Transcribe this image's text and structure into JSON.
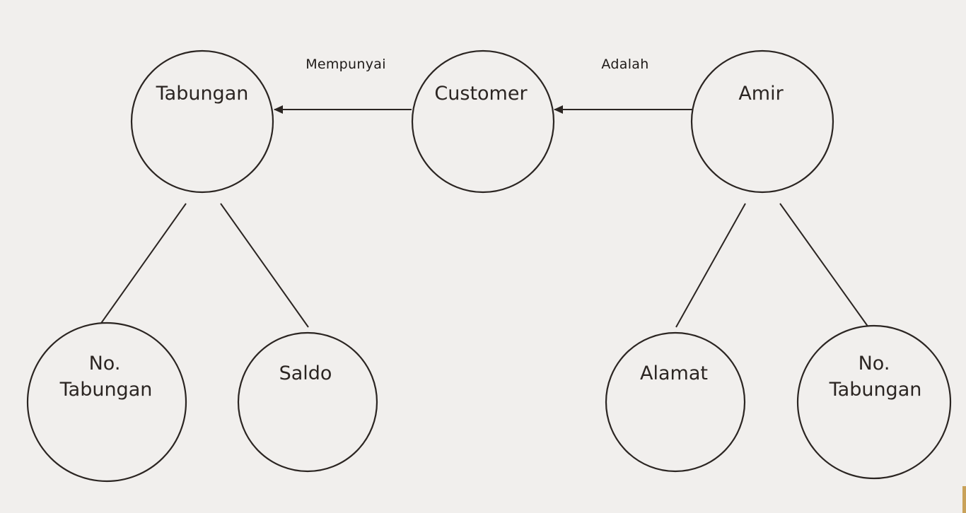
{
  "colors": {
    "background": "#f1efed",
    "stroke": "#2b2522"
  },
  "nodes": {
    "tabungan": {
      "label": "Tabungan"
    },
    "customer": {
      "label": "Customer"
    },
    "amir": {
      "label": "Amir"
    },
    "no_tabungan_left": {
      "line1": "No.",
      "line2": "Tabungan"
    },
    "saldo": {
      "label": "Saldo"
    },
    "alamat": {
      "label": "Alamat"
    },
    "no_tabungan_right": {
      "line1": "No.",
      "line2": "Tabungan"
    }
  },
  "relations": {
    "mempunyai": "Mempunyai",
    "adalah": "Adalah"
  }
}
